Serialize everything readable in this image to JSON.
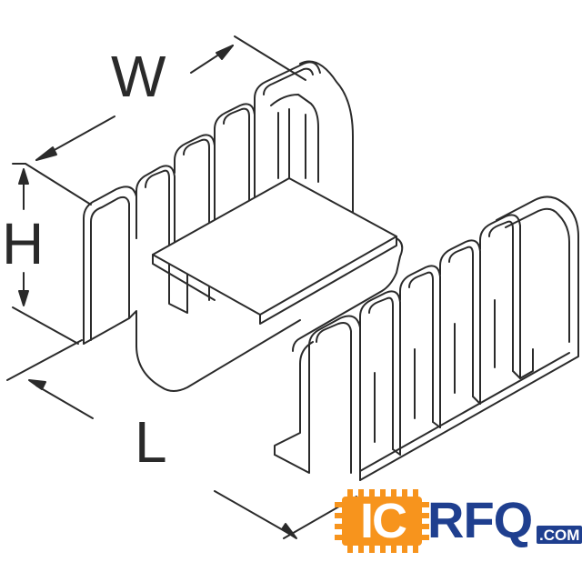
{
  "dimensions": {
    "width_label": "W",
    "height_label": "H",
    "length_label": "L"
  },
  "watermark": {
    "brand_ic": "IC",
    "brand_rfq": "RFQ",
    "brand_suffix": ".COM"
  },
  "colors": {
    "line": "#2a2a2a",
    "brand_orange": "#f7941d",
    "brand_blue": "#1f3f8f"
  }
}
